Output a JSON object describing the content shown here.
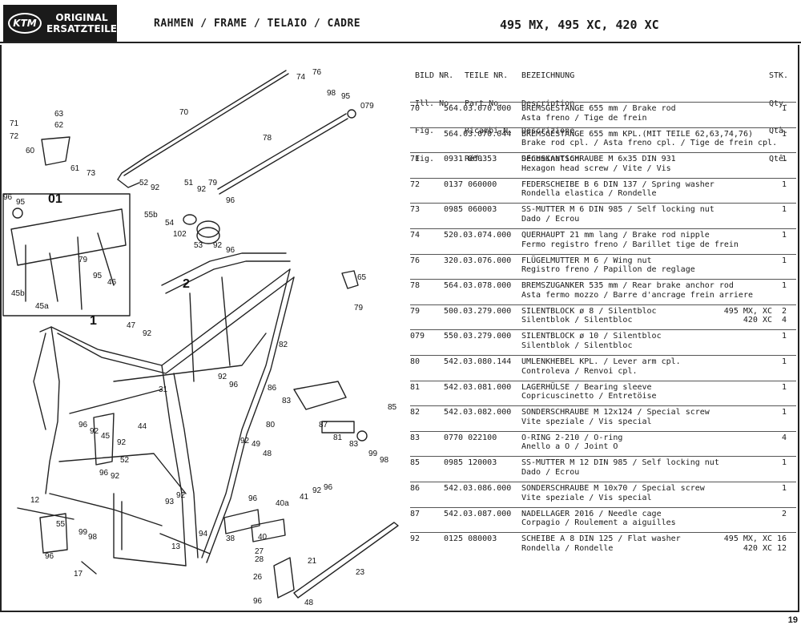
{
  "header": {
    "logo_mark": "KTM",
    "logo_line1": "ORIGINAL",
    "logo_line2": "ERSATZTEILE",
    "title": "RAHMEN / FRAME / TELAIO / CADRE",
    "models": "495 MX, 495 XC, 420 XC"
  },
  "columns": {
    "pos": [
      "BILD NR.",
      "Ill. No.",
      "Fig.",
      "Fig."
    ],
    "part": [
      "TEILE NR.",
      "Part No.",
      "Ricambi-N.",
      "Réf."
    ],
    "desc": [
      "BEZEICHNUNG",
      "Description",
      "Descrizione",
      "Dénomination"
    ],
    "qty": [
      "STK.",
      "Qty.",
      "Qtà.",
      "Qtê."
    ]
  },
  "parts": [
    {
      "pos": "70",
      "part": "564.03.070.000",
      "line1": "BREMSGESTANGE 655 mm / Brake rod",
      "line2": "Asta freno / Tige de frein",
      "qty": "1"
    },
    {
      "pos": "",
      "part": "564.03.070.044",
      "line1": "BREMSGESTANGE 655 mm KPL.(MIT TEILE 62,63,74,76)",
      "line2": "Brake rod cpl. / Asta freno cpl. / Tige de frein cpl.",
      "qty": "1"
    },
    {
      "pos": "71",
      "part": "0931 060353",
      "line1": "SECHSKANTSCHRAUBE M 6x35 DIN 931",
      "line2": "Hexagon head screw / Vite / Vis",
      "qty": "1"
    },
    {
      "pos": "72",
      "part": "0137 060000",
      "line1": "FEDERSCHEIBE B 6 DIN 137 / Spring washer",
      "line2": "Rondella elastica / Rondelle",
      "qty": "1"
    },
    {
      "pos": "73",
      "part": "0985 060003",
      "line1": "SS-MUTTER M 6 DIN 985 / Self locking nut",
      "line2": "Dado / Ecrou",
      "qty": "1"
    },
    {
      "pos": "74",
      "part": "520.03.074.000",
      "line1": "QUERHAUPT 21 mm lang / Brake rod nipple",
      "line2": "Fermo registro freno / Barillet tige de frein",
      "qty": "1"
    },
    {
      "pos": "76",
      "part": "320.03.076.000",
      "line1": "FLÜGELMUTTER M 6 / Wing nut",
      "line2": "Registro freno / Papillon de reglage",
      "qty": "1"
    },
    {
      "pos": "78",
      "part": "564.03.078.000",
      "line1": "BREMSZUGANKER 535 mm / Rear brake anchor rod",
      "line2": "Asta fermo mozzo / Barre d'ancrage frein arriere",
      "qty": "1"
    },
    {
      "pos": "79",
      "part": "500.03.279.000",
      "line1": "SILENTBLOCK ø 8 / Silentbloc",
      "line2": "Silentblok / Silentbloc",
      "var1": "495 MX, XC",
      "var2": "420 XC",
      "qty": "2",
      "qty2": "4"
    },
    {
      "pos": "079",
      "part": "550.03.279.000",
      "line1": "SILENTBLOCK ø 10 / Silentbloc",
      "line2": "Silentblok / Silentbloc",
      "qty": "1"
    },
    {
      "pos": "80",
      "part": "542.03.080.144",
      "line1": "UMLENKHEBEL KPL. / Lever arm cpl.",
      "line2": "Controleva / Renvoi cpl.",
      "qty": "1"
    },
    {
      "pos": "81",
      "part": "542.03.081.000",
      "line1": "LAGERHÜLSE / Bearing sleeve",
      "line2": "Copricuscinetto / Entretöise",
      "qty": "1"
    },
    {
      "pos": "82",
      "part": "542.03.082.000",
      "line1": "SONDERSCHRAUBE M 12x124 / Special screw",
      "line2": "Vite speziale / Vis special",
      "qty": "1"
    },
    {
      "pos": "83",
      "part": "0770 022100",
      "line1": "O-RING 2-210 / O-ring",
      "line2": "Anello a O / Joint O",
      "qty": "4"
    },
    {
      "pos": "85",
      "part": "0985 120003",
      "line1": "SS-MUTTER M 12 DIN 985 / Self locking nut",
      "line2": "Dado / Ecrou",
      "qty": "1"
    },
    {
      "pos": "86",
      "part": "542.03.086.000",
      "line1": "SONDERSCHRAUBE M 10x70 / Special screw",
      "line2": "Vite speziale / Vis special",
      "qty": "1"
    },
    {
      "pos": "87",
      "part": "542.03.087.000",
      "line1": "NADELLAGER 2016 / Needle cage",
      "line2": "Corpagio / Roulement a aiguilles",
      "qty": "2"
    },
    {
      "pos": "92",
      "part": "0125 080003",
      "line1": "SCHEIBE A 8 DIN 125 / Flat washer",
      "line2": "Rondella / Rondelle",
      "var1": "495 MX, XC",
      "var2": "420 XC",
      "qty": "16",
      "qty2": "12"
    }
  ],
  "callouts": [
    "74",
    "76",
    "98",
    "95",
    "079",
    "70",
    "63",
    "71",
    "62",
    "72",
    "60",
    "61",
    "73",
    "78",
    "52",
    "92",
    "51",
    "92",
    "79",
    "96",
    "55b",
    "54",
    "102",
    "53",
    "92",
    "96",
    "96",
    "95",
    "01",
    "45b",
    "45a",
    "79",
    "95",
    "46",
    "2",
    "65",
    "79",
    "1",
    "47",
    "92",
    "82",
    "92",
    "96",
    "31",
    "86",
    "83",
    "85",
    "87",
    "81",
    "83",
    "99",
    "98",
    "80",
    "96",
    "92",
    "45",
    "44",
    "92",
    "52",
    "96",
    "92",
    "92",
    "49",
    "48",
    "12",
    "93",
    "92",
    "96",
    "40a",
    "41",
    "92",
    "96",
    "55",
    "99",
    "98",
    "96",
    "94",
    "38",
    "40",
    "13",
    "27",
    "28",
    "26",
    "21",
    "23",
    "17",
    "96",
    "48"
  ],
  "page_number": "19"
}
